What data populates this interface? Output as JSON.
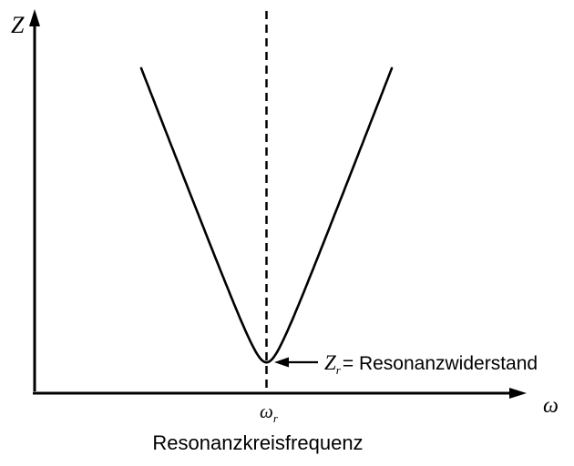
{
  "chart_data": {
    "type": "line",
    "title": "",
    "xlabel": "ω",
    "ylabel": "Z",
    "x_tick_labels": [
      "ωr"
    ],
    "grid": false,
    "legend": "none",
    "caption": "Resonanzkreisfrequenz",
    "annotation": "Zr = Resonanzwiderstand",
    "annotation_points_to": "minimum of Z(ω) at ω = ωr",
    "curve_model": {
      "formula": "Z(ω) = sqrt(Zr^2 + (k·(ω − ωr))^2)",
      "Zr": 1,
      "k": 4.2,
      "omega_r": 5,
      "omega_range": [
        2.5,
        7.5
      ]
    },
    "series": [
      {
        "name": "Z(ω)",
        "x": [
          2.5,
          2.75,
          3.0,
          3.25,
          3.5,
          3.75,
          4.0,
          4.25,
          4.5,
          4.75,
          5.0,
          5.25,
          5.5,
          5.75,
          6.0,
          6.25,
          6.5,
          6.75,
          7.0,
          7.25,
          7.5
        ],
        "y": [
          10.55,
          9.5,
          8.46,
          7.42,
          6.38,
          5.34,
          4.32,
          3.3,
          2.33,
          1.45,
          1.0,
          1.45,
          2.33,
          3.3,
          4.32,
          5.34,
          6.38,
          7.42,
          8.46,
          9.5,
          10.55
        ]
      }
    ]
  },
  "labels": {
    "y_axis": "Z",
    "x_axis": "ω",
    "tick_omega": "ω",
    "tick_sub": "r",
    "ann_z": "Z",
    "ann_sub": "r",
    "ann_rest": "= Resonanzwiderstand",
    "caption": "Resonanzkreisfrequenz"
  },
  "colors": {
    "stroke": "#000000",
    "background": "#ffffff"
  }
}
